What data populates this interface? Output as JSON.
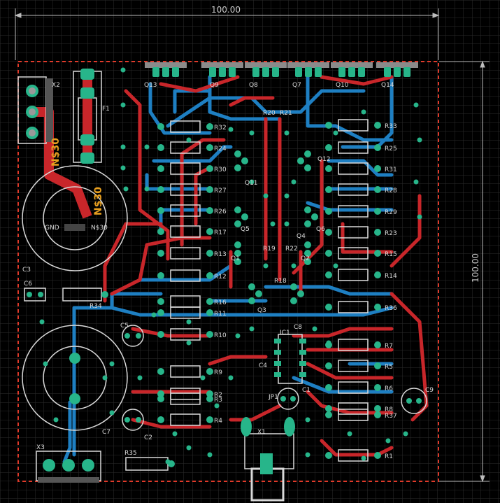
{
  "board": {
    "dimension_width": "100.00",
    "dimension_height": "100.00",
    "colors": {
      "background": "#000000",
      "grid": "#2b2b2b",
      "top_copper": "#c8262a",
      "bottom_copper": "#1e7fc2",
      "pad": "#27b58a",
      "outline": "#e03a2a",
      "silkscreen": "#d9d9d9",
      "dimension": "#bdbdbd"
    }
  },
  "transistors_top": [
    "Q13",
    "Q9",
    "Q8",
    "Q7",
    "Q10",
    "Q14"
  ],
  "connectors": [
    "X2",
    "X3",
    "X1"
  ],
  "fuse": "F1",
  "net_labels": [
    "N$30",
    "N$30"
  ],
  "pad_labels": {
    "gnd": "GND",
    "n30": "N$30"
  },
  "capacitors": [
    "C3",
    "C6",
    "C5",
    "C7",
    "C2",
    "C4",
    "C1",
    "C9",
    "C8"
  ],
  "ics": [
    "IC1",
    "JP1"
  ],
  "resistors_left": [
    "R32",
    "R24",
    "R30",
    "R27",
    "R26",
    "R17",
    "R13",
    "R12",
    "R16",
    "R11",
    "R10",
    "R9",
    "R2",
    "R3",
    "R4",
    "R34",
    "R35"
  ],
  "resistors_right": [
    "R33",
    "R25",
    "R31",
    "R28",
    "R29",
    "R23",
    "R15",
    "R14",
    "R36",
    "R7",
    "R5",
    "R6",
    "R8",
    "R37",
    "R1"
  ],
  "resistors_center": [
    "R20",
    "R21",
    "R19",
    "R22",
    "R18"
  ],
  "transistors_center": [
    "Q11",
    "Q12",
    "Q5",
    "Q6",
    "Q1",
    "Q2",
    "Q3",
    "Q4"
  ]
}
